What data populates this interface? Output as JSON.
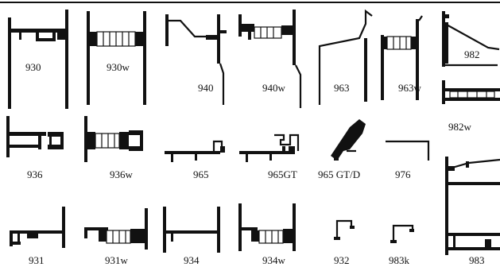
{
  "profiles": {
    "p930": "930",
    "p930w": "930w",
    "p940": "940",
    "p940w": "940w",
    "p963": "963",
    "p963w": "963w",
    "p982": "982",
    "p982w": "982w",
    "p936": "936",
    "p936w": "936w",
    "p965": "965",
    "p965gt": "965GT",
    "p965gtd": "965 GT/D",
    "p976": "976",
    "p983": "983",
    "p931": "931",
    "p931w": "931w",
    "p934": "934",
    "p934w": "934w",
    "p932": "932",
    "p983k": "983k"
  }
}
